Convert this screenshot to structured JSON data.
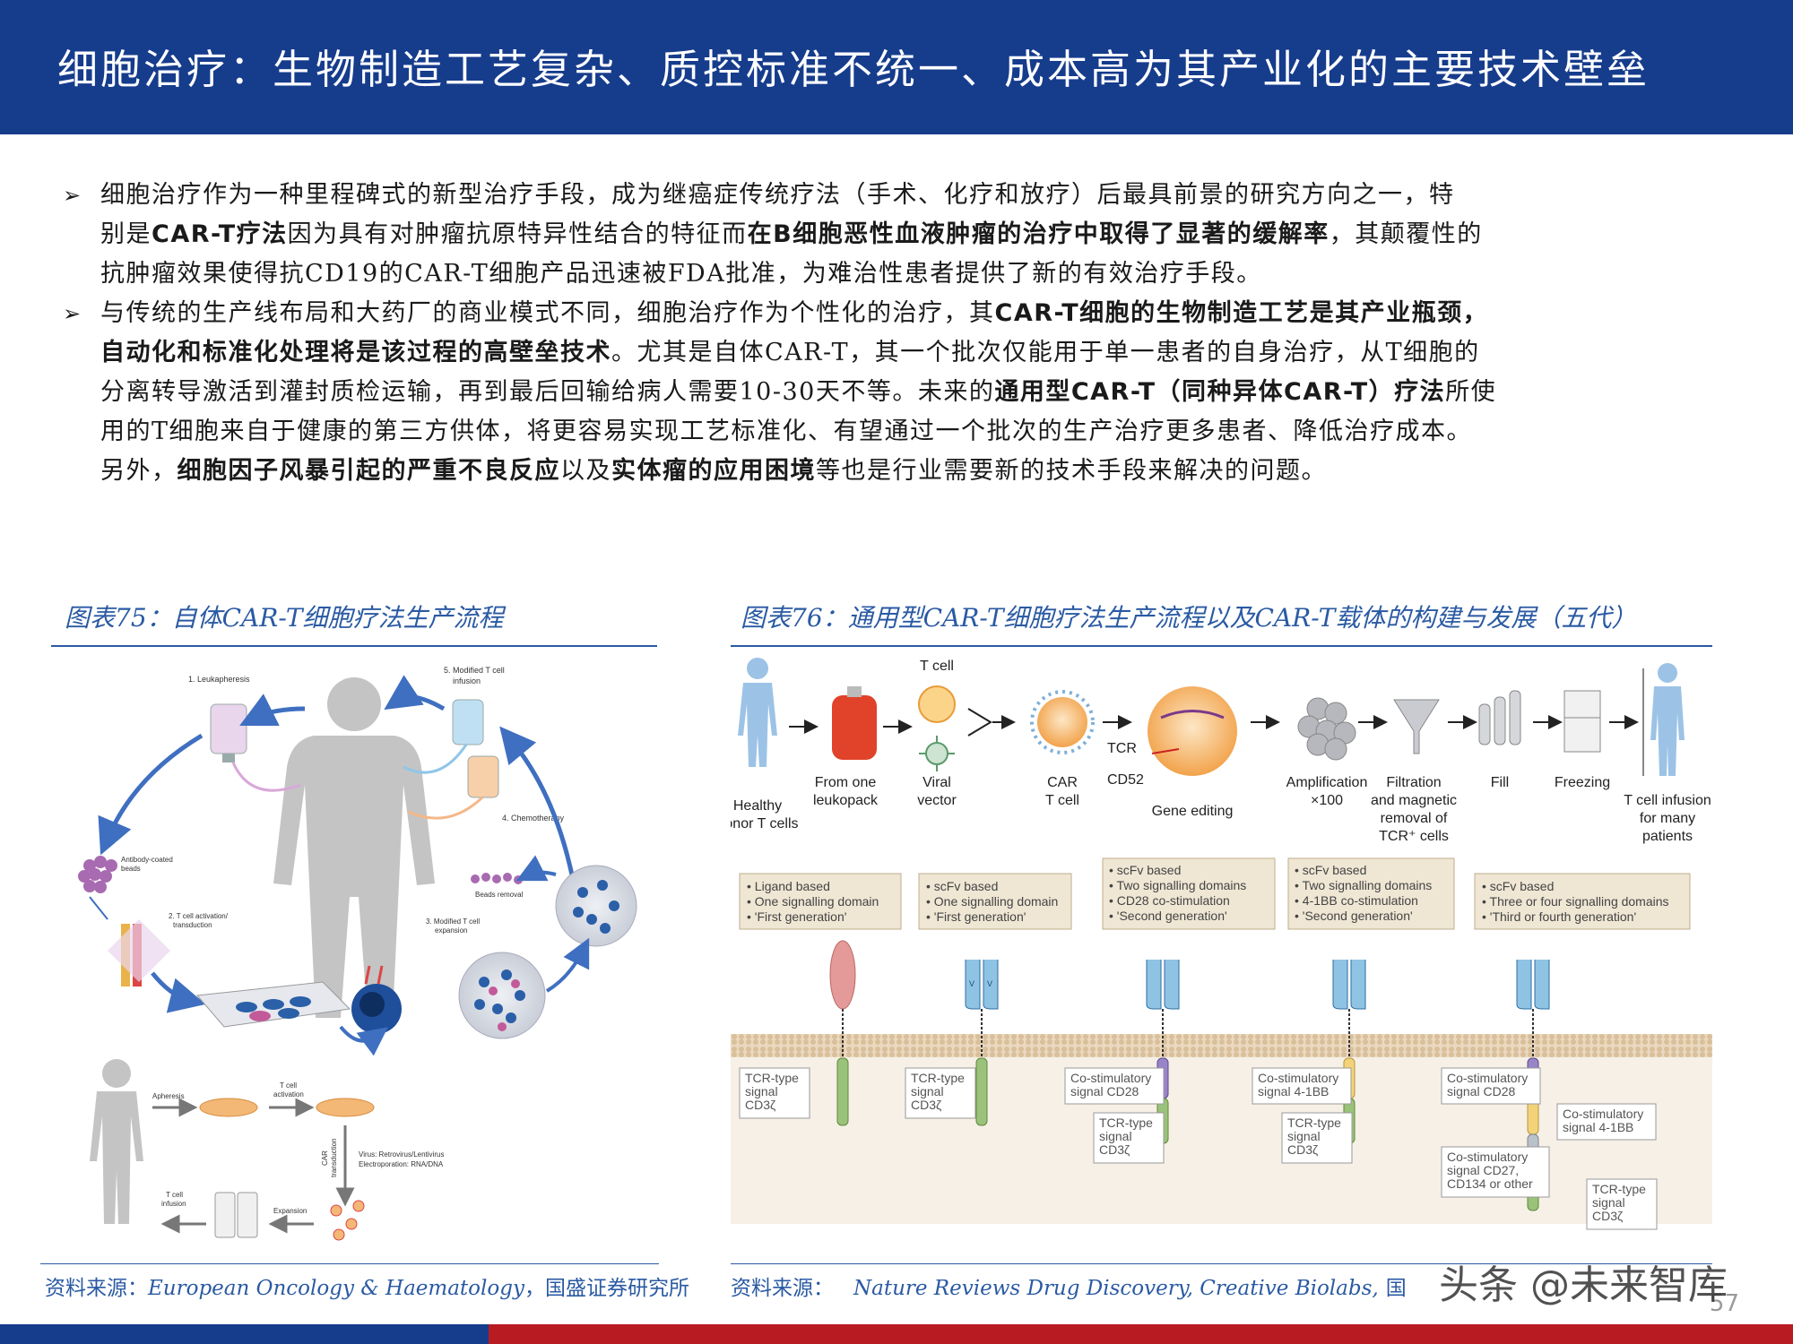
{
  "header": {
    "title": "细胞治疗：生物制造工艺复杂、质控标准不统一、成本高为其产业化的主要技术壁垒"
  },
  "bullets": [
    {
      "l1": "细胞治疗作为一种里程碑式的新型治疗手段，成为继癌症传统疗法（手术、化疗和放疗）后最具前景的研究方向之一，特",
      "l2a": "别是",
      "l2b": "CAR-T疗法",
      "l2c": "因为具有对肿瘤抗原特异性结合的特征而",
      "l2d": "在B细胞恶性血液肿瘤的治疗中取得了显著的缓解率",
      "l2e": "，其颠覆性的",
      "l3": "抗肿瘤效果使得抗CD19的CAR-T细胞产品迅速被FDA批准，为难治性患者提供了新的有效治疗手段。"
    },
    {
      "l1a": "与传统的生产线布局和大药厂的商业模式不同，细胞治疗作为个性化的治疗，其",
      "l1b": "CAR-T细胞的生物制造工艺是其产业瓶颈，",
      "l2a": "自动化和标准化处理将是该过程的高壁垒技术",
      "l2b": "。尤其是自体CAR-T，其一个批次仅能用于单一患者的自身治疗，从T细胞的",
      "l3a": "分离转导激活到灌封质检运输，再到最后回输给病人需要10-30天不等。未来的",
      "l3b": "通用型CAR-T（同种异体CAR-T）疗法",
      "l3c": "所使",
      "l4": "用的T细胞来自于健康的第三方供体，将更容易实现工艺标准化、有望通过一个批次的生产治疗更多患者、降低治疗成本。",
      "l5a": "另外，",
      "l5b": "细胞因子风暴引起的严重不良反应",
      "l5c": "以及",
      "l5d": "实体瘤的应用困境",
      "l5e": "等也是行业需要新的技术手段来解决的问题。"
    }
  ],
  "figure75": {
    "title": "图表75：自体CAR-T细胞疗法生产流程",
    "labels": {
      "leukapheresis": "1. Leukapheresis",
      "infusion1": "5. Modified T cell",
      "infusion2": "infusion",
      "chemo": "4. Chemotherapy",
      "beads1": "Antibody-coated",
      "beads2": "beads",
      "activation1": "2. T cell activation/",
      "activation2": "transduction",
      "removal": "Beads removal",
      "expansion1": "3. Modified T cell",
      "expansion2": "expansion",
      "apheresis": "Apheresis",
      "tact1": "T cell",
      "tact2": "activation",
      "cartrans1": "CAR",
      "cartrans2": "transduction",
      "virus": "Virus: Retrovirus/Lentivirus",
      "electro": "Electroporation: RNA/DNA",
      "expansion": "Expansion",
      "tinf1": "T cell",
      "tinf2": "infusion"
    },
    "source_prefix": "资料来源：",
    "source_italic": "European Oncology & Haematology",
    "source_suffix": "，国盛证券研究所"
  },
  "figure76": {
    "title": "图表76：通用型CAR-T细胞疗法生产流程以及CAR-T载体的构建与发展（五代）",
    "steps": {
      "healthy1": "Healthy",
      "healthy2": "donor T cells",
      "leuko1": "From one",
      "leuko2": "leukopack",
      "tcell": "T cell",
      "viral1": "Viral",
      "viral2": "vector",
      "car1": "CAR",
      "car2": "T cell",
      "tcr": "TCR",
      "cd52": "CD52",
      "gene": "Gene editing",
      "amp1": "Amplification",
      "amp2": "×100",
      "filt1": "Filtration",
      "filt2": "and magnetic",
      "filt3": "removal of",
      "filt4": "TCR⁺ cells",
      "fill": "Fill",
      "freeze": "Freezing",
      "inf1": "T cell infusion",
      "inf2": "for many",
      "inf3": "patients"
    },
    "gens": [
      {
        "a": "• Ligand based",
        "b": "• One signalling domain",
        "c": "• 'First generation'"
      },
      {
        "a": "• scFv based",
        "b": "• One signalling domain",
        "c": "• 'First generation'"
      },
      {
        "a": "• scFv based",
        "b": "• Two signalling domains",
        "c": "• CD28 co-stimulation",
        "d": "• 'Second generation'"
      },
      {
        "a": "• scFv based",
        "b": "• Two signalling domains",
        "c": "• 4-1BB co-stimulation",
        "d": "• 'Second generation'"
      },
      {
        "a": "• scFv based",
        "b": "• Three or four signalling domains",
        "c": "• 'Third or fourth generation'"
      }
    ],
    "vh": "V",
    "vh_sub": "H",
    "vl": "V",
    "vl_sub": "L",
    "callouts": {
      "tcr1": "TCR-type",
      "tcr2": "signal",
      "tcr3": "CD3ζ",
      "cd28a": "Co-stimulatory",
      "cd28b": "signal CD28",
      "bb1": "Co-stimulatory",
      "bb2": "signal 4-1BB",
      "other1": "Co-stimulatory",
      "other2": "signal CD27,",
      "other3": "CD134 or other"
    },
    "source_prefix": "资料来源：",
    "source_italic": "Nature Reviews Drug Discovery, Creative Biolabs,",
    "source_suffix": "国"
  },
  "page_number": "57",
  "watermark": "头条 @未来智库"
}
